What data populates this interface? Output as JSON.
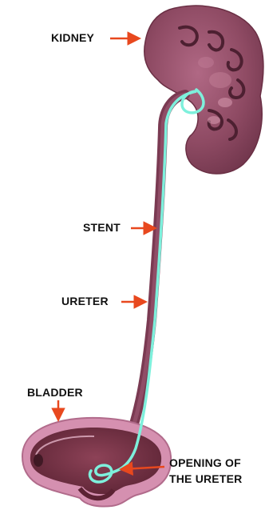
{
  "labels": {
    "kidney": "KIDNEY",
    "stent": "STENT",
    "ureter": "URETER",
    "bladder": "BLADDER",
    "opening_line1": "OPENING OF",
    "opening_line2": "THE URETER"
  },
  "colors": {
    "arrow": "#e8481e",
    "kidney_fill": "#8e4a63",
    "kidney_dark": "#5c2a3c",
    "kidney_light": "#c47f98",
    "ureter": "#7a3a52",
    "stent": "#7ef0dc",
    "bladder_wall": "#d590b0",
    "bladder_inner": "#7a3548"
  }
}
